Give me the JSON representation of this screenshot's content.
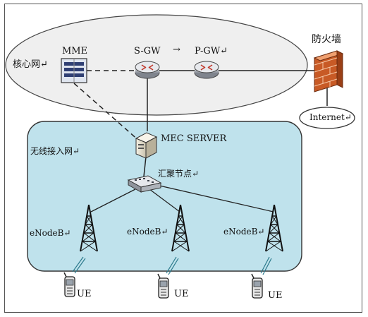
{
  "core": {
    "label": "核心网↵"
  },
  "mme": {
    "label": "MME"
  },
  "sgw": {
    "label": "S-GW"
  },
  "arrow": {
    "label": "→"
  },
  "pgw": {
    "label": "P-GW↵"
  },
  "firewall": {
    "label": "防火墙"
  },
  "internet": {
    "label": "Internet↵"
  },
  "mec": {
    "label": "MEC SERVER"
  },
  "ran": {
    "label": "无线接入网↵"
  },
  "aggregation": {
    "label": "汇聚节点↵"
  },
  "enodebs": [
    {
      "label": "eNodeB↵"
    },
    {
      "label": "eNodeB↵"
    },
    {
      "label": "eNodeB↵"
    }
  ],
  "ues": [
    {
      "label": "UE"
    },
    {
      "label": "UE"
    },
    {
      "label": "UE"
    }
  ],
  "colors": {
    "core_fill": "#efefef",
    "ran_fill": "#bfe2ec",
    "firewall": "#e8743a",
    "router": "#b8bcc4"
  },
  "icons": [
    "server-icon",
    "router-icon",
    "firewall-icon",
    "cloud-icon",
    "switch-icon",
    "tower-icon",
    "phone-icon"
  ]
}
